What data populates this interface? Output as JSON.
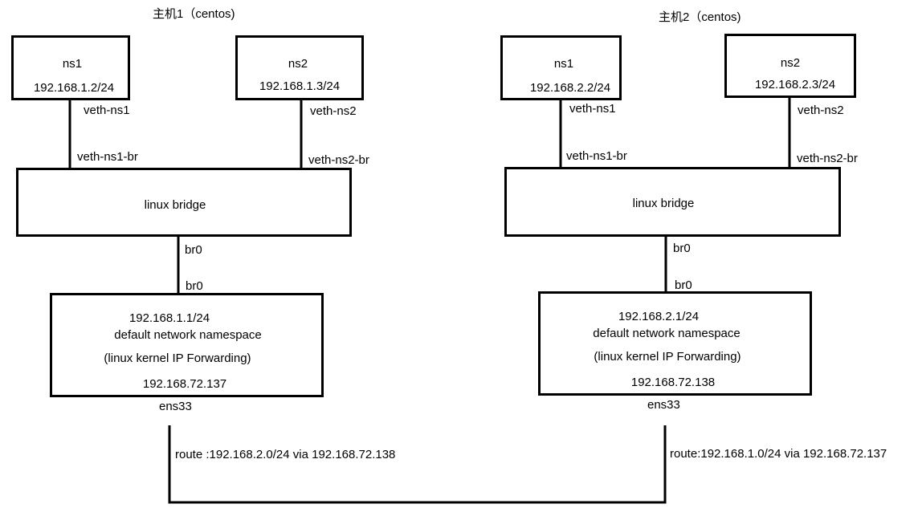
{
  "host1": {
    "title": "主机1（centos)",
    "ns1": {
      "name": "ns1",
      "ip": "192.168.1.2/24",
      "veth": "veth-ns1",
      "veth_br": "veth-ns1-br"
    },
    "ns2": {
      "name": "ns2",
      "ip": "192.168.1.3/24",
      "veth": "veth-ns2",
      "veth_br": "veth-ns2-br"
    },
    "bridge": "linux bridge",
    "br_top": "br0",
    "br_bottom": "br0",
    "default_ns": {
      "ip": "192.168.1.1/24",
      "label": "default network namespace",
      "forwarding": "(linux kernel IP Forwarding)",
      "host_ip": "192.168.72.137"
    },
    "iface": "ens33",
    "route": "route :192.168.2.0/24 via 192.168.72.138"
  },
  "host2": {
    "title": "主机2（centos)",
    "ns1": {
      "name": "ns1",
      "ip": "192.168.2.2/24",
      "veth": "veth-ns1",
      "veth_br": "veth-ns1-br"
    },
    "ns2": {
      "name": "ns2",
      "ip": "192.168.2.3/24",
      "veth": "veth-ns2",
      "veth_br": "veth-ns2-br"
    },
    "bridge": "linux bridge",
    "br_top": "br0",
    "br_bottom": "br0",
    "default_ns": {
      "ip": "192.168.2.1/24",
      "label": "default network namespace",
      "forwarding": "(linux kernel IP Forwarding)",
      "host_ip": "192.168.72.138"
    },
    "iface": "ens33",
    "route": "route:192.168.1.0/24 via 192.168.72.137"
  }
}
